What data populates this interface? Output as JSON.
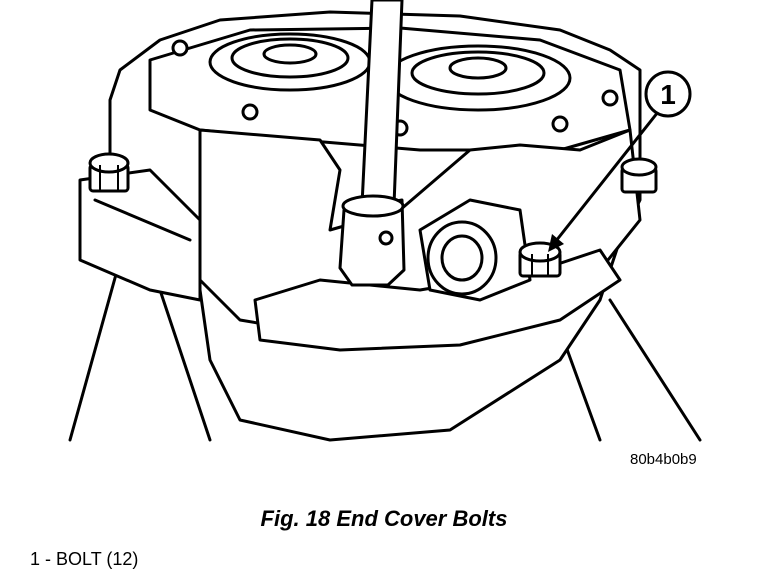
{
  "figure": {
    "callout_number": "1",
    "image_code": "80b4b0b9",
    "caption": "Fig. 18 End Cover Bolts",
    "legend": [
      {
        "text": "1 - BOLT (12)"
      }
    ]
  }
}
